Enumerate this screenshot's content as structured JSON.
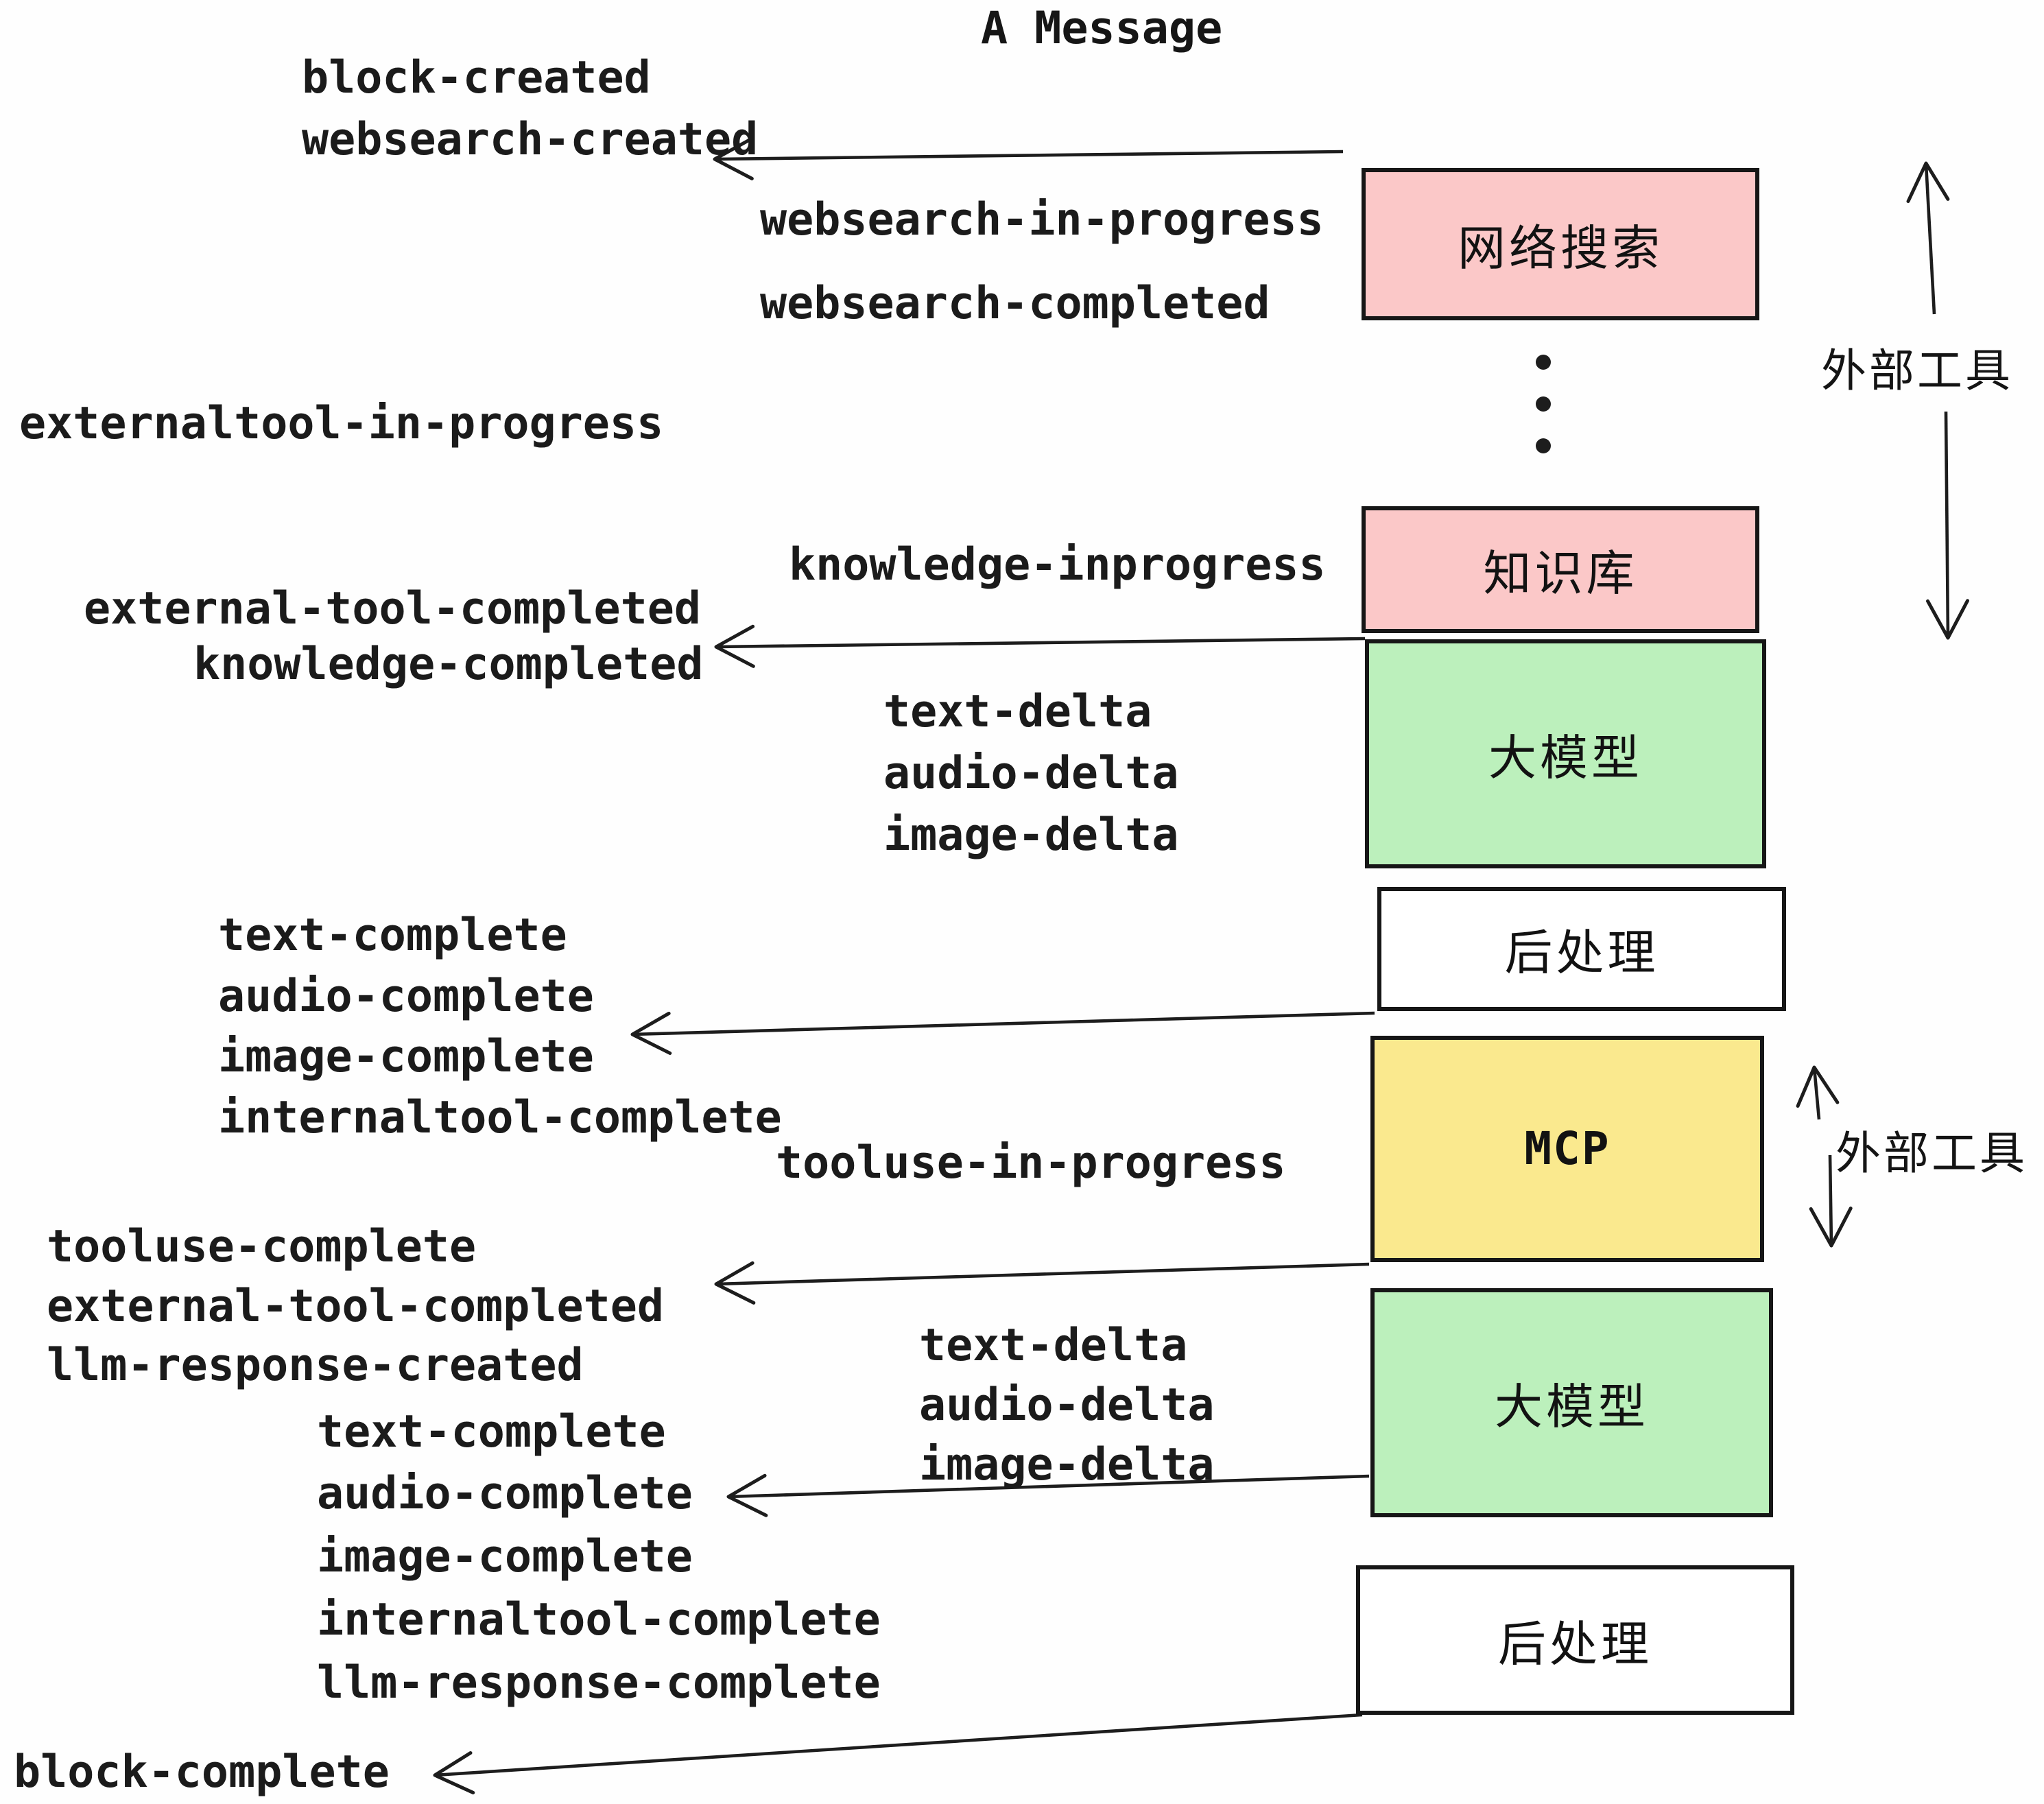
{
  "title": "A Message",
  "events": [
    {
      "label": "block-created"
    },
    {
      "label": "websearch-created"
    },
    {
      "label": "websearch-in-progress"
    },
    {
      "label": "websearch-completed"
    },
    {
      "label": "externaltool-in-progress"
    },
    {
      "label": "knowledge-inprogress"
    },
    {
      "label": "external-tool-completed"
    },
    {
      "label": "knowledge-completed"
    },
    {
      "label": "text-delta"
    },
    {
      "label": "audio-delta"
    },
    {
      "label": "image-delta"
    },
    {
      "label": "text-complete"
    },
    {
      "label": "audio-complete"
    },
    {
      "label": "image-complete"
    },
    {
      "label": "internaltool-complete"
    },
    {
      "label": "tooluse-in-progress"
    },
    {
      "label": "tooluse-complete"
    },
    {
      "label": "external-tool-completed"
    },
    {
      "label": "llm-response-created"
    },
    {
      "label": "text-complete"
    },
    {
      "label": "audio-complete"
    },
    {
      "label": "image-complete"
    },
    {
      "label": "internaltool-complete"
    },
    {
      "label": "llm-response-complete"
    },
    {
      "label": "block-complete"
    },
    {
      "label": "text-delta"
    },
    {
      "label": "audio-delta"
    },
    {
      "label": "image-delta"
    }
  ],
  "boxes": [
    {
      "label": "网络搜索",
      "color": "#FBC8C8"
    },
    {
      "label": "知识库",
      "color": "#FBC8C8"
    },
    {
      "label": "大模型",
      "color": "#BCF0BC"
    },
    {
      "label": "后处理",
      "color": "#FFFFFF"
    },
    {
      "label": "MCP",
      "color": "#FAE98E"
    },
    {
      "label": "大模型",
      "color": "#BCF0BC"
    },
    {
      "label": "后处理",
      "color": "#FFFFFF"
    }
  ],
  "side_labels": [
    {
      "label": "外部工具"
    },
    {
      "label": "外部工具"
    }
  ],
  "colors": {
    "ink": "#1b1b1b",
    "box_border": "#161616",
    "pink": "#FBC8C8",
    "green": "#BCF0BC",
    "yellow": "#FAE98E",
    "white": "#FFFFFF",
    "background": "#FEFEFE"
  }
}
